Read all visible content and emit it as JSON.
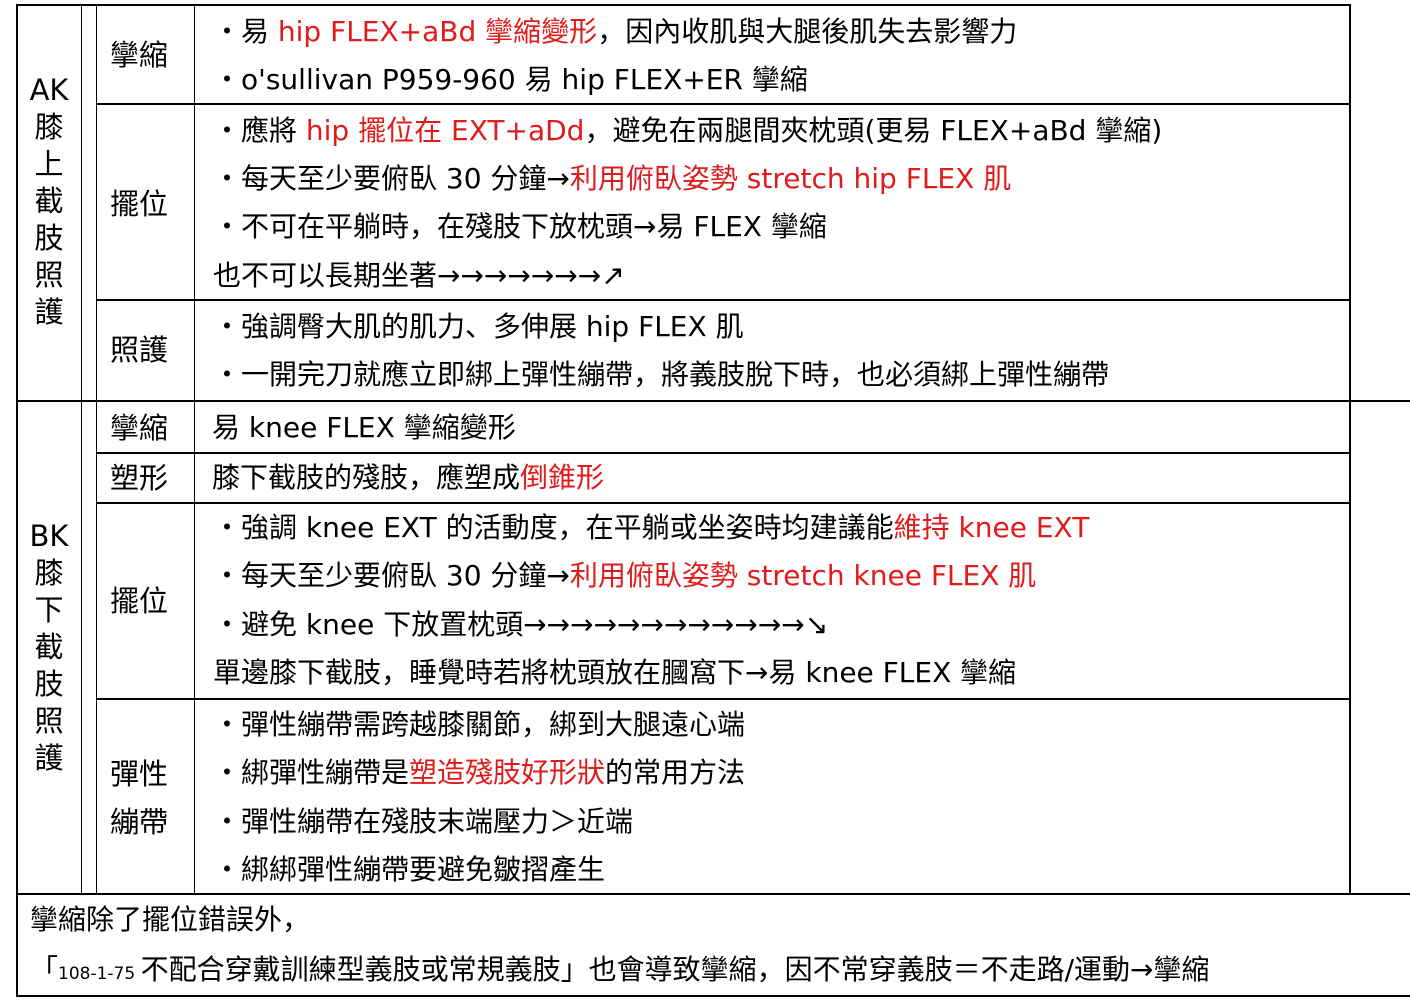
{
  "ak": {
    "label_chars": [
      "AK",
      "膝",
      "上",
      "截",
      "肢",
      "照",
      "護"
    ],
    "rows": [
      {
        "category": "攣縮",
        "lines": [
          [
            {
              "t": "・易 "
            },
            {
              "t": "hip FLEX+aBd 攣縮變形",
              "red": true
            },
            {
              "t": "，因內收肌與大腿後肌失去影響力"
            }
          ],
          [
            {
              "t": "・o'sullivan P959-960  易 hip FLEX+ER 攣縮"
            }
          ]
        ]
      },
      {
        "category": "擺位",
        "lines": [
          [
            {
              "t": "・應將 "
            },
            {
              "t": "hip 擺位在 EXT+aDd",
              "red": true
            },
            {
              "t": "，避免在兩腿間夾枕頭(更易 FLEX+aBd 攣縮)"
            }
          ],
          [
            {
              "t": "・每天至少要俯臥 30 分鐘→"
            },
            {
              "t": "利用俯臥姿勢 stretch hip FLEX 肌",
              "red": true
            }
          ],
          [
            {
              "t": "・不可在平躺時，在殘肢下放枕頭→易 FLEX 攣縮"
            }
          ],
          [
            {
              "t": "  也不可以長期坐著→→→→→→→↗"
            }
          ]
        ]
      },
      {
        "category": "照護",
        "lines": [
          [
            {
              "t": "・強調臀大肌的肌力、多伸展 hip FLEX 肌"
            }
          ],
          [
            {
              "t": "・一開完刀就應立即綁上彈性繃帶，將義肢脫下時，也必須綁上彈性繃帶"
            }
          ]
        ]
      }
    ]
  },
  "bk": {
    "label_chars": [
      "BK",
      "膝",
      "下",
      "截",
      "肢",
      "照",
      "護"
    ],
    "rows": [
      {
        "category": "攣縮",
        "lines": [
          [
            {
              "t": "易 knee FLEX 攣縮變形"
            }
          ]
        ]
      },
      {
        "category": "塑形",
        "lines": [
          [
            {
              "t": "膝下截肢的殘肢，應塑成"
            },
            {
              "t": "倒錐形",
              "red": true
            }
          ]
        ]
      },
      {
        "category": "擺位",
        "lines": [
          [
            {
              "t": "・強調 knee EXT 的活動度，在平躺或坐姿時均建議能"
            },
            {
              "t": "維持 knee EXT",
              "red": true
            }
          ],
          [
            {
              "t": "・每天至少要俯臥 30 分鐘→"
            },
            {
              "t": "利用俯臥姿勢 stretch knee FLEX 肌",
              "red": true
            }
          ],
          [
            {
              "t": "・避免 knee 下放置枕頭→→→→→→→→→→→→↘"
            }
          ],
          [
            {
              "t": "  單邊膝下截肢，睡覺時若將枕頭放在膕窩下→易 knee FLEX 攣縮"
            }
          ]
        ]
      },
      {
        "category_lines": [
          "彈性",
          "繃帶"
        ],
        "lines": [
          [
            {
              "t": "・彈性繃帶需跨越膝關節，綁到大腿遠心端"
            }
          ],
          [
            {
              "t": "・綁彈性繃帶是"
            },
            {
              "t": "塑造殘肢好形狀",
              "red": true
            },
            {
              "t": "的常用方法"
            }
          ],
          [
            {
              "t": "・彈性繃帶在殘肢末端壓力＞近端"
            }
          ],
          [
            {
              "t": "・綁綁彈性繃帶要避免皺摺產生"
            }
          ]
        ]
      }
    ]
  },
  "footer": {
    "line1": "攣縮除了擺位錯誤外，",
    "line2_prefix": "「",
    "line2_ref": "108-1-75 ",
    "line2_rest": "不配合穿戴訓練型義肢或常規義肢」也會導致攣縮，因不常穿義肢＝不走路/運動→攣縮"
  }
}
